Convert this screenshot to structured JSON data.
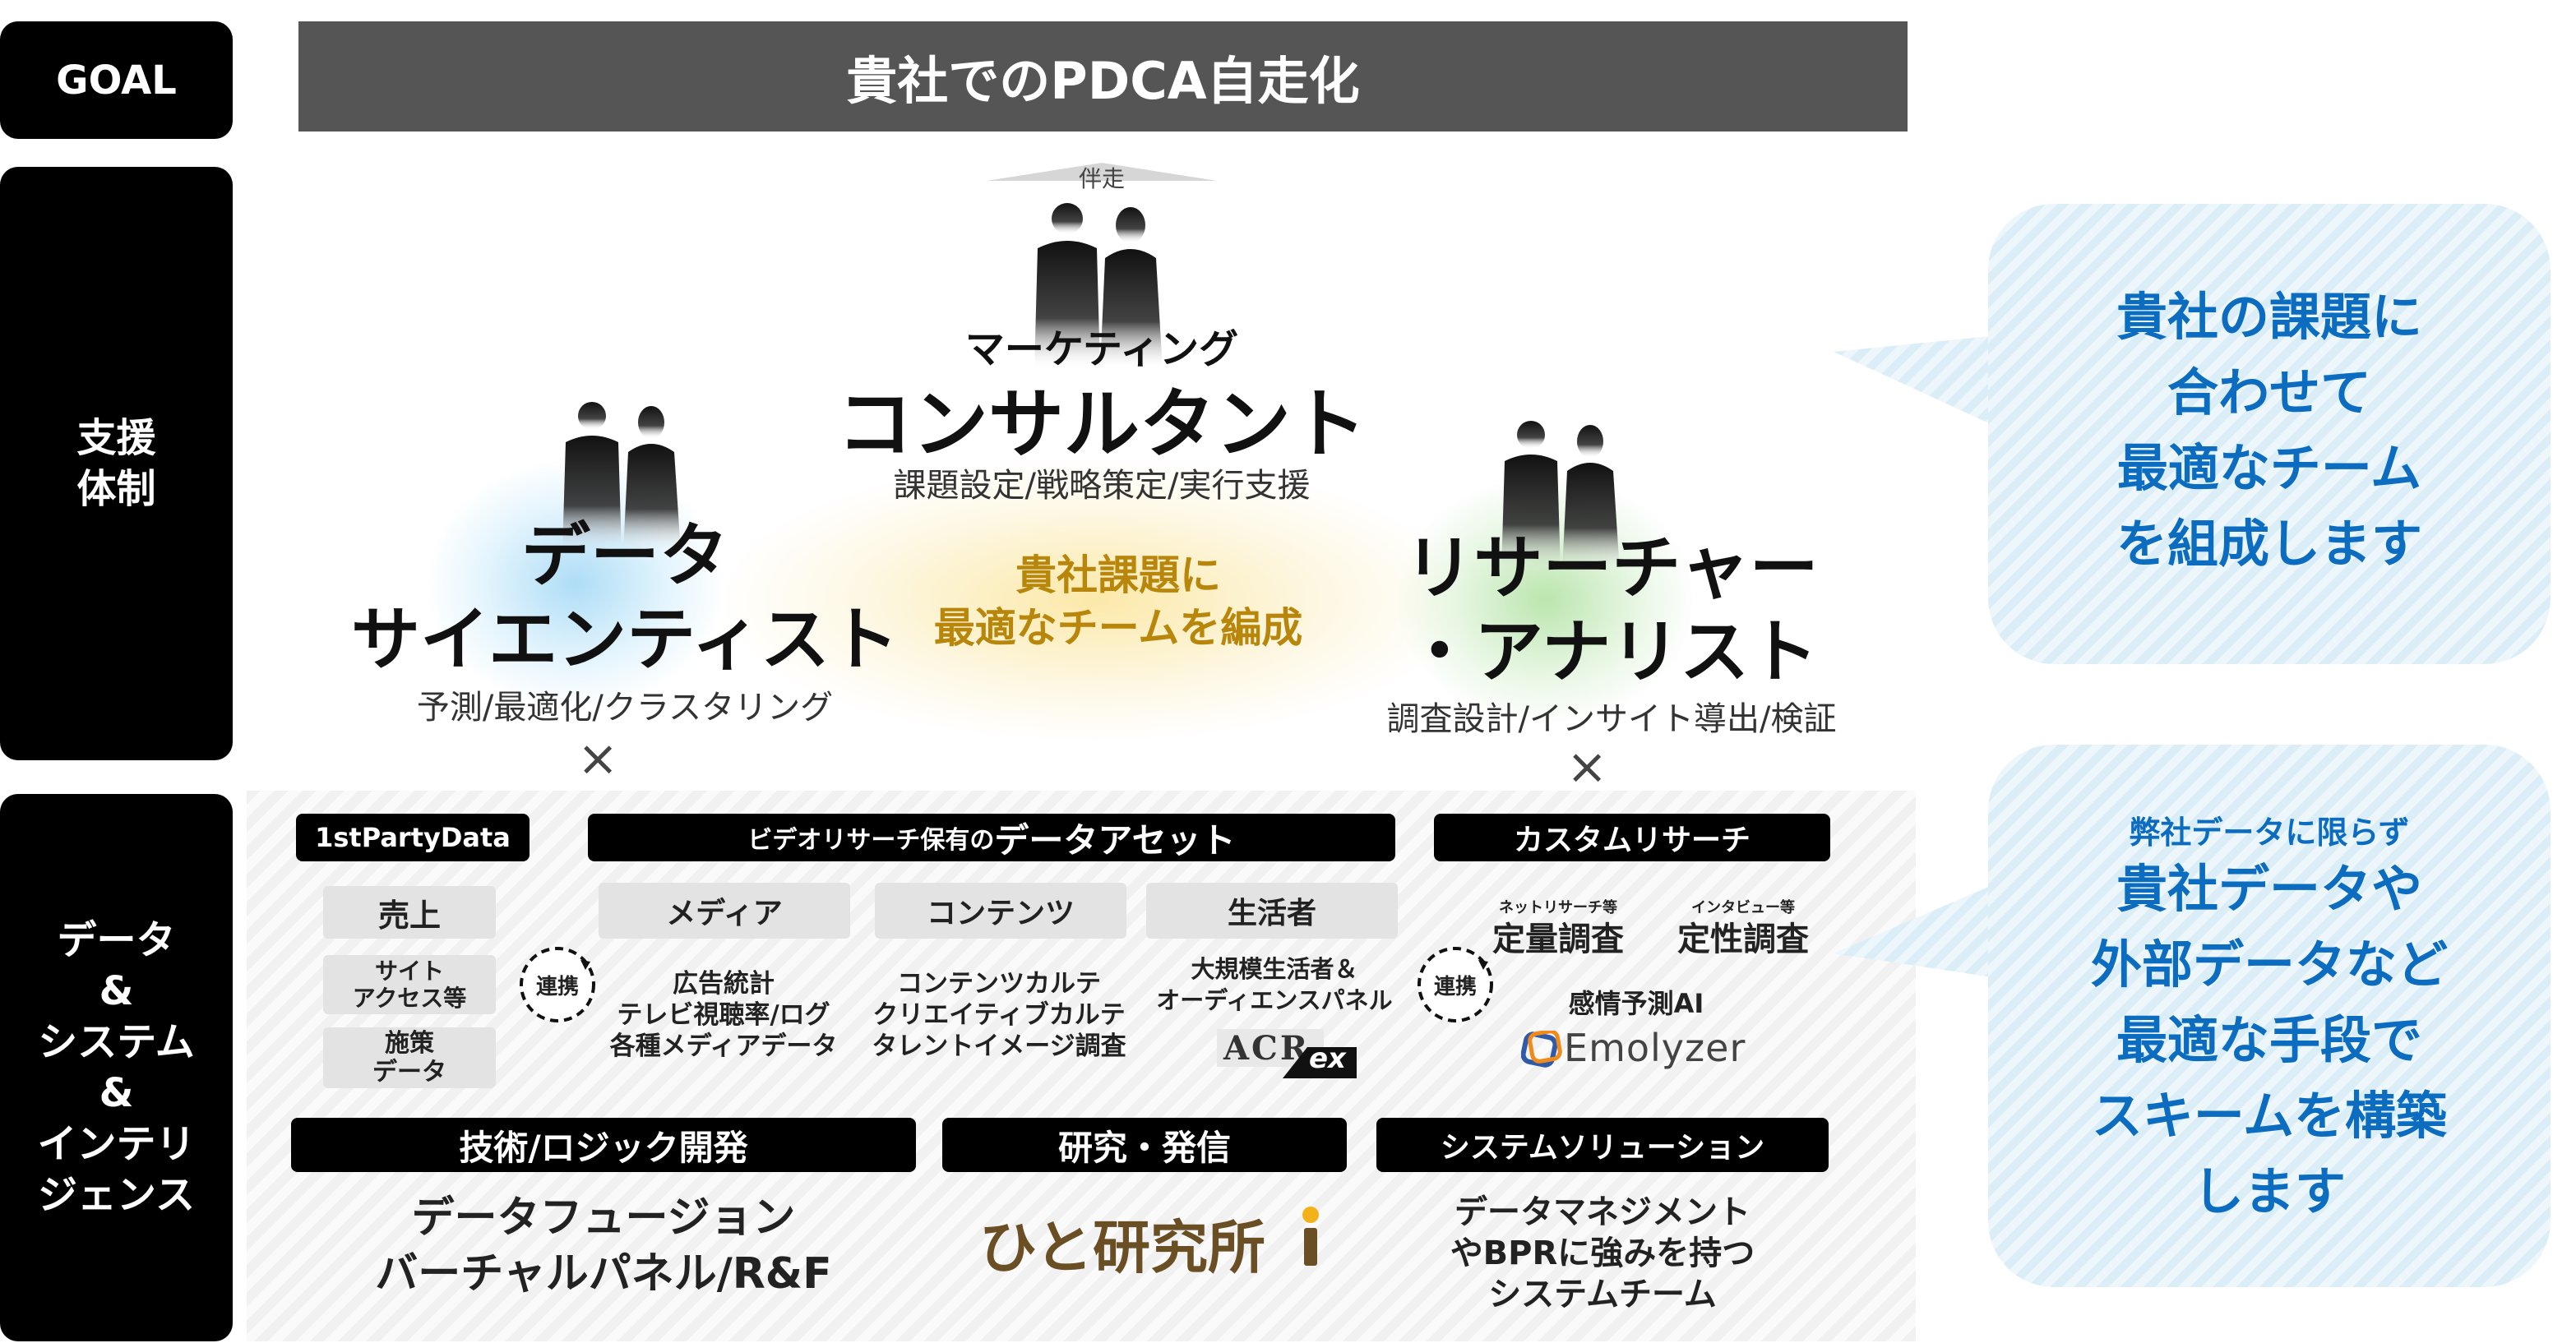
{
  "rows": {
    "goal": "GOAL",
    "support": [
      "支援",
      "体制"
    ],
    "data_system": [
      "データ",
      "&",
      "システム",
      "&",
      "インテリ",
      "ジェンス"
    ]
  },
  "goal_title": "貴社でのPDCA自走化",
  "accompany": "伴走",
  "consultant": {
    "title_small": "マーケティング",
    "title": "コンサルタント",
    "roles": "課題設定/戦略策定/実行支援"
  },
  "scientist": {
    "title": [
      "データ",
      "サイエンティスト"
    ],
    "roles": "予測/最適化/クラスタリング"
  },
  "researcher": {
    "title": [
      "リサーチャー",
      "・アナリスト"
    ],
    "roles": "調査設計/インサイト導出/検証"
  },
  "center_text": [
    "貴社課題に",
    "最適なチームを編成"
  ],
  "cross": "×",
  "first_party": {
    "label": "1stPartyData",
    "items": [
      [
        "売上"
      ],
      [
        "サイト",
        "アクセス等"
      ],
      [
        "施策",
        "データ"
      ]
    ]
  },
  "link_label": "連携",
  "video_assets": {
    "label_prefix": "ビデオリサーチ保有の",
    "label_main": "データアセット",
    "columns": [
      {
        "name": "メディア",
        "lines": [
          "広告統計",
          "テレビ視聴率/ログ",
          "各種メディアデータ"
        ]
      },
      {
        "name": "コンテンツ",
        "lines": [
          "コンテンツカルテ",
          "クリエイティブカルテ",
          "タレントイメージ調査"
        ]
      },
      {
        "name": "生活者",
        "lines": [
          "大規模生活者＆",
          "オーディエンスパネル"
        ]
      }
    ],
    "acr_logo": "ACR",
    "acr_ex": "ex"
  },
  "custom_research": {
    "label": "カスタムリサーチ",
    "quant_small": "ネットリサーチ等",
    "quant": "定量調査",
    "qual_small": "インタビュー等",
    "qual": "定性調査",
    "emotion": "感情予測AI",
    "emolyzer_logo": "Emolyzer"
  },
  "tech": {
    "label": "技術/ロジック開発",
    "lines": [
      "データフュージョン",
      "バーチャルパネル/R&F"
    ]
  },
  "study": {
    "label": "研究・発信",
    "logo": "ひと研究所"
  },
  "system_solution": {
    "label": "システムソリューション",
    "lines": [
      "データマネジメント",
      "やBPRに強みを持つ",
      "システムチーム"
    ]
  },
  "bubble1": [
    "貴社の課題に",
    "合わせて",
    "最適なチーム",
    "を組成します"
  ],
  "bubble2": {
    "small": "弊社データに限らず",
    "lines": [
      "貴社データや",
      "外部データなど",
      "最適な手段で",
      "スキームを構築",
      "します"
    ]
  },
  "colors": {
    "accent_blue": "#0b6cc0",
    "accent_gold": "#b8860b",
    "dark": "#000000",
    "goal_bar": "#555555"
  }
}
